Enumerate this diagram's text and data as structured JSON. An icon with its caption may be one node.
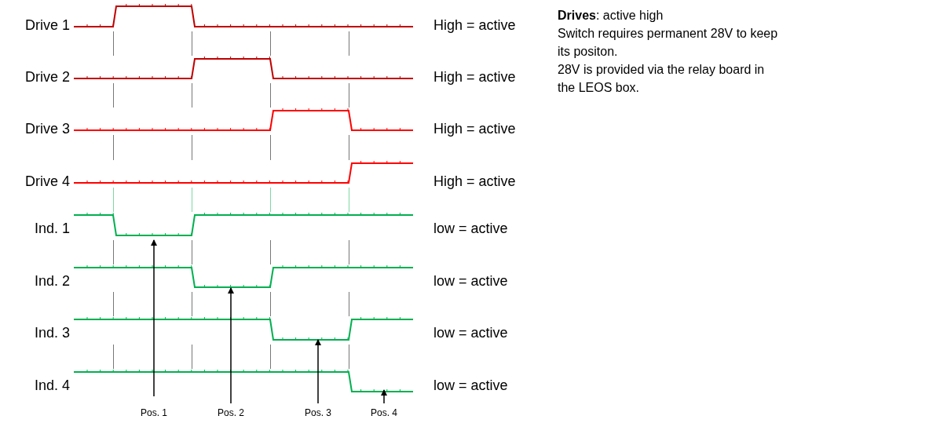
{
  "diagram": {
    "nodes": [
      {
        "text": [
          "Pos. 1"
        ]
      },
      {
        "text": [
          "Pos. 2"
        ]
      },
      {
        "text": [
          "Pos. 3"
        ]
      },
      {
        "text": [
          "Pos. 4"
        ]
      }
    ],
    "edges": [
      {
        "from": 0,
        "to": null,
        "arrow": "to"
      },
      {
        "from": 1,
        "to": null,
        "arrow": "to"
      },
      {
        "from": 2,
        "to": null,
        "arrow": "to"
      },
      {
        "from": 3,
        "to": null,
        "arrow": "to"
      }
    ],
    "labels": [
      "Drive 1",
      "High = active",
      "**Drives**: active high",
      "Switch requires permanent 28V to keep its positon.",
      "28V is provided via the relay board in the LEOS box.",
      "Drive 2",
      "High = active",
      "Drive 3",
      "High = active",
      "Drive 4",
      "High = active",
      "Ind. 1",
      "low = active",
      "Ind. 2",
      "low = active",
      "Ind. 3",
      "low = active",
      "Ind. 4",
      "low = active"
    ]
  }
}
